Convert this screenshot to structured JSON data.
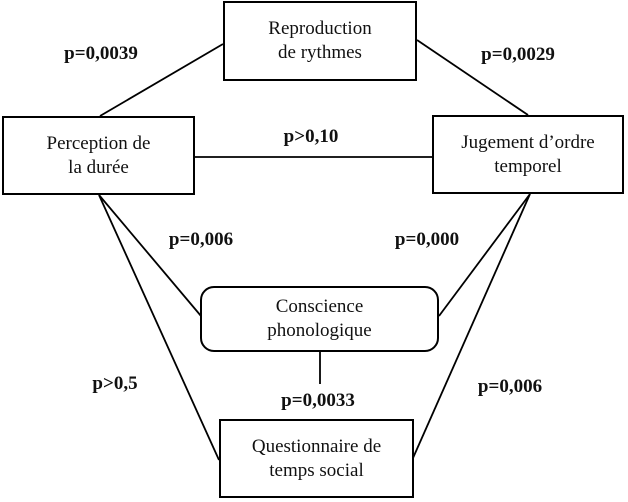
{
  "colors": {
    "line": "#000000",
    "text": "#111111",
    "background": "#ffffff"
  },
  "nodes": {
    "reproduction": {
      "lines": [
        "Reproduction",
        "de rythmes"
      ]
    },
    "perception": {
      "lines": [
        "Perception de",
        "la durée"
      ]
    },
    "jugement": {
      "lines": [
        "Jugement d’ordre",
        "temporel"
      ]
    },
    "conscience": {
      "lines": [
        "Conscience",
        "phonologique"
      ]
    },
    "questionnaire": {
      "lines": [
        "Questionnaire de",
        "temps social"
      ]
    }
  },
  "edges": [
    {
      "from": "perception",
      "to": "reproduction",
      "label": "p=0,0039"
    },
    {
      "from": "reproduction",
      "to": "jugement",
      "label": "p=0,0029"
    },
    {
      "from": "perception",
      "to": "jugement",
      "label": "p>0,10"
    },
    {
      "from": "perception",
      "to": "conscience",
      "label": "p=0,006"
    },
    {
      "from": "jugement",
      "to": "conscience",
      "label": "p=0,000"
    },
    {
      "from": "perception",
      "to": "questionnaire",
      "label": "p>0,5"
    },
    {
      "from": "conscience",
      "to": "questionnaire",
      "label": "p=0,0033"
    },
    {
      "from": "jugement",
      "to": "questionnaire",
      "label": "p=0,006"
    }
  ]
}
